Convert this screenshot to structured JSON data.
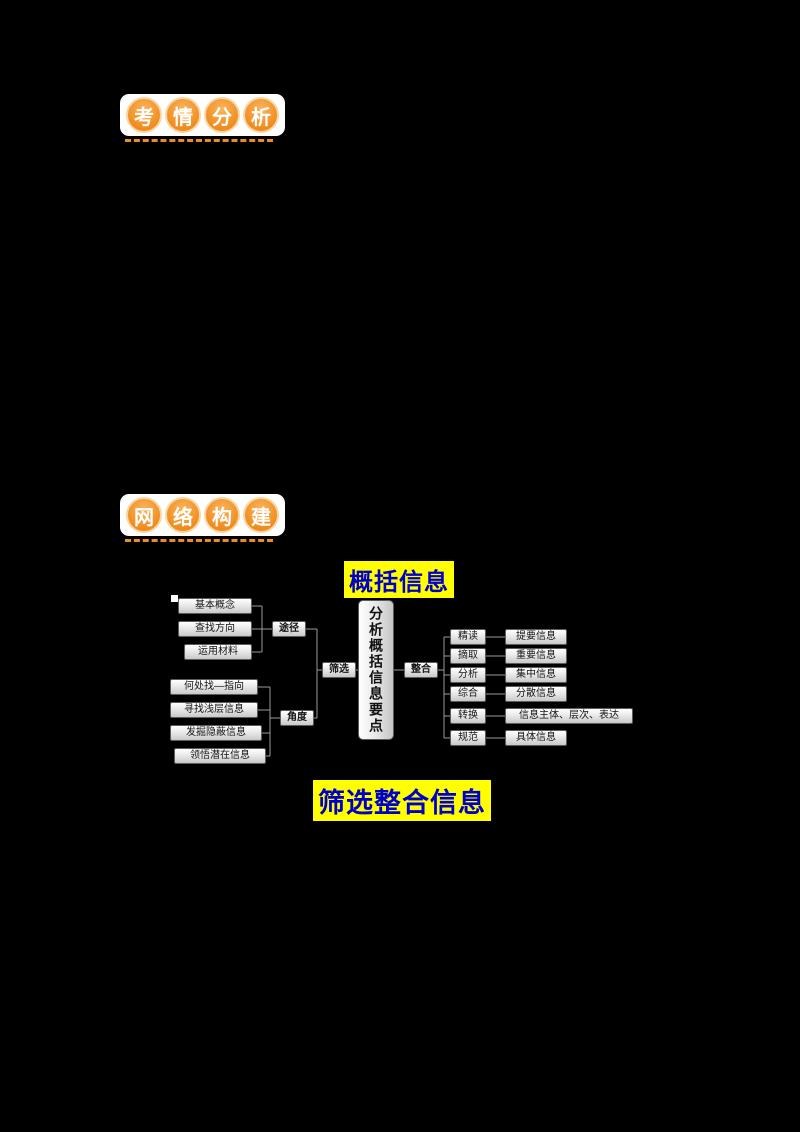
{
  "badges": [
    {
      "label": "考情分析",
      "chars": [
        "考",
        "情",
        "分",
        "析"
      ]
    },
    {
      "label": "网络构建",
      "chars": [
        "网",
        "络",
        "构",
        "建"
      ]
    }
  ],
  "titles": {
    "top": "概括信息",
    "bottom": "筛选整合信息"
  },
  "colors": {
    "background": "#000000",
    "highlight": "#ffff00",
    "title_blue": "#0000cd",
    "badge_orange": "#f08c1e",
    "node_border": "#5c5c5c",
    "connector": "#9a9a9a"
  },
  "mindmap": {
    "center": "分析概括信息要点",
    "left_node": "筛选",
    "right_node": "整合",
    "left_groups": [
      {
        "label": "途径",
        "items": [
          "基本概念",
          "查找方向",
          "运用材料"
        ]
      },
      {
        "label": "角度",
        "items": [
          "何处找—指向",
          "寻找浅层信息",
          "发掘隐蔽信息",
          "领悟潜在信息"
        ]
      }
    ],
    "right_pairs": [
      {
        "label": "精读",
        "value": "提要信息"
      },
      {
        "label": "摘取",
        "value": "重要信息"
      },
      {
        "label": "分析",
        "value": "集中信息"
      },
      {
        "label": "综合",
        "value": "分散信息"
      },
      {
        "label": "转换",
        "value": "信息主体、层次、表达"
      },
      {
        "label": "规范",
        "value": "具体信息"
      }
    ]
  }
}
